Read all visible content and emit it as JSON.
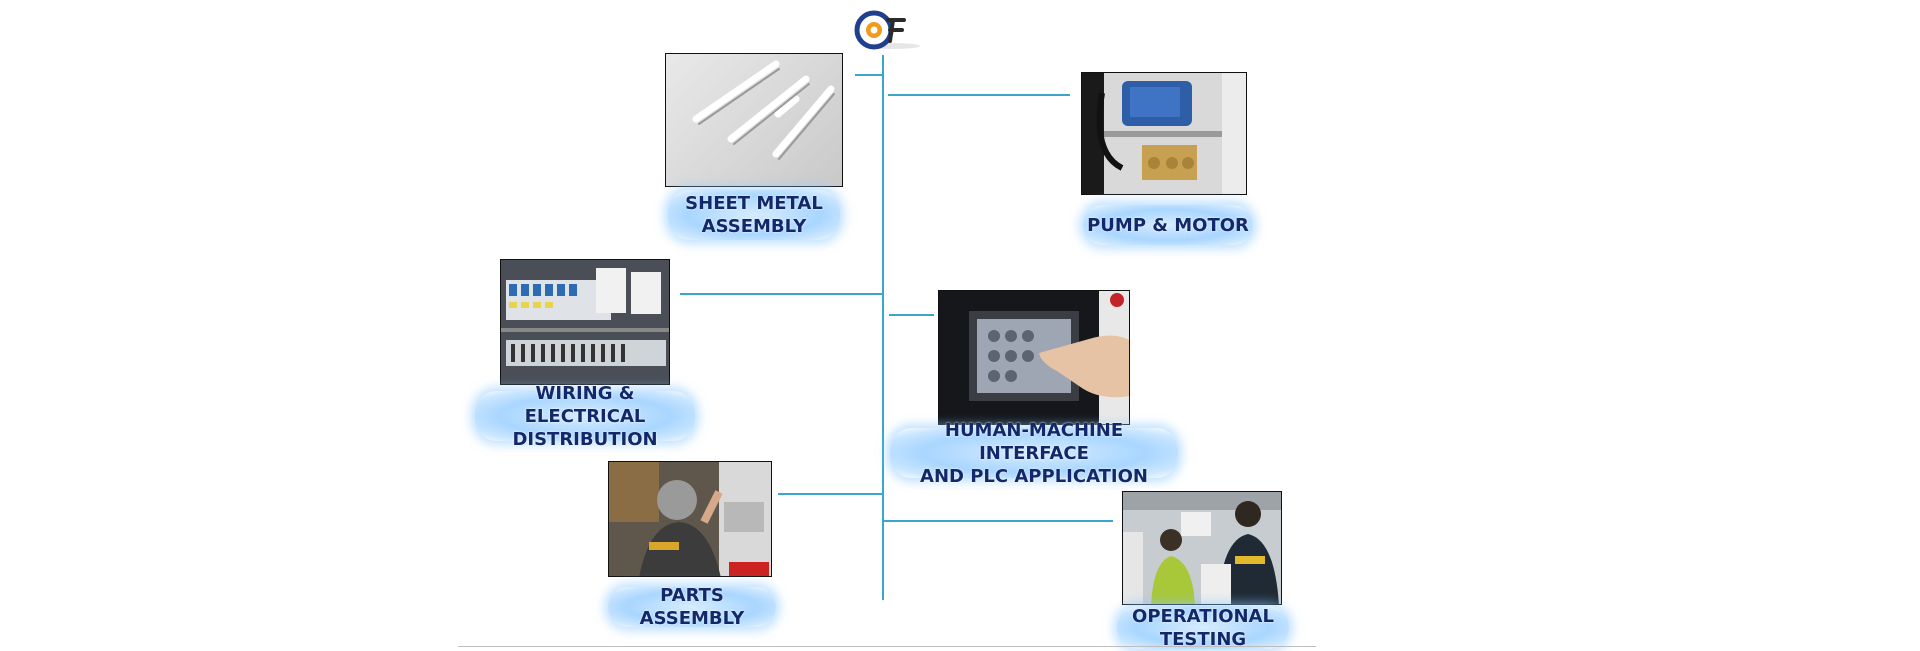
{
  "colors": {
    "line": "#3aa6c9",
    "label_text": "#13286b",
    "label_glow": "#a9d6ff"
  },
  "logo": {
    "text": "OF"
  },
  "items": [
    {
      "id": "sheet-metal",
      "label_line1": "SHEET METAL",
      "label_line2": "ASSEMBLY"
    },
    {
      "id": "pump-motor",
      "label_line1": "PUMP & MOTOR",
      "label_line2": ""
    },
    {
      "id": "wiring",
      "label_line1": "WIRING & ELECTRICAL",
      "label_line2": "DISTRIBUTION"
    },
    {
      "id": "hmi",
      "label_line1": "HUMAN-MACHINE INTERFACE",
      "label_line2": "AND PLC APPLICATION"
    },
    {
      "id": "parts",
      "label_line1": "PARTS ASSEMBLY",
      "label_line2": ""
    },
    {
      "id": "testing",
      "label_line1": "OPERATIONAL",
      "label_line2": "TESTING"
    }
  ]
}
